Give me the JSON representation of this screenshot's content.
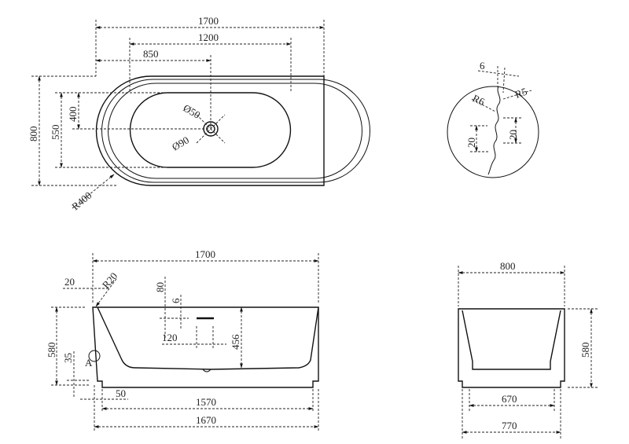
{
  "top_view": {
    "width": "1700",
    "basin_length": "1200",
    "drain_offset": "850",
    "height": "800",
    "basin_width": "550",
    "drain_y": "400",
    "drain_small": "Ø50",
    "drain_large": "Ø90",
    "corner_radius": "R400"
  },
  "detail_a": {
    "pitch": "6",
    "r5": "R5",
    "r6": "R6",
    "h_left": "20",
    "h_right": "20"
  },
  "side_view": {
    "width": "1700",
    "lip": "20",
    "lip_radius": "R20",
    "overflow_top": "80",
    "overflow_height": "6",
    "overflow_width": "120",
    "depth": "456",
    "height": "580",
    "base_height": "35",
    "base_inset": "50",
    "base_length": "1570",
    "bottom_length": "1670",
    "detail_label": "A"
  },
  "end_view": {
    "width": "800",
    "height": "580",
    "inner_width": "670",
    "bottom_width": "770"
  }
}
